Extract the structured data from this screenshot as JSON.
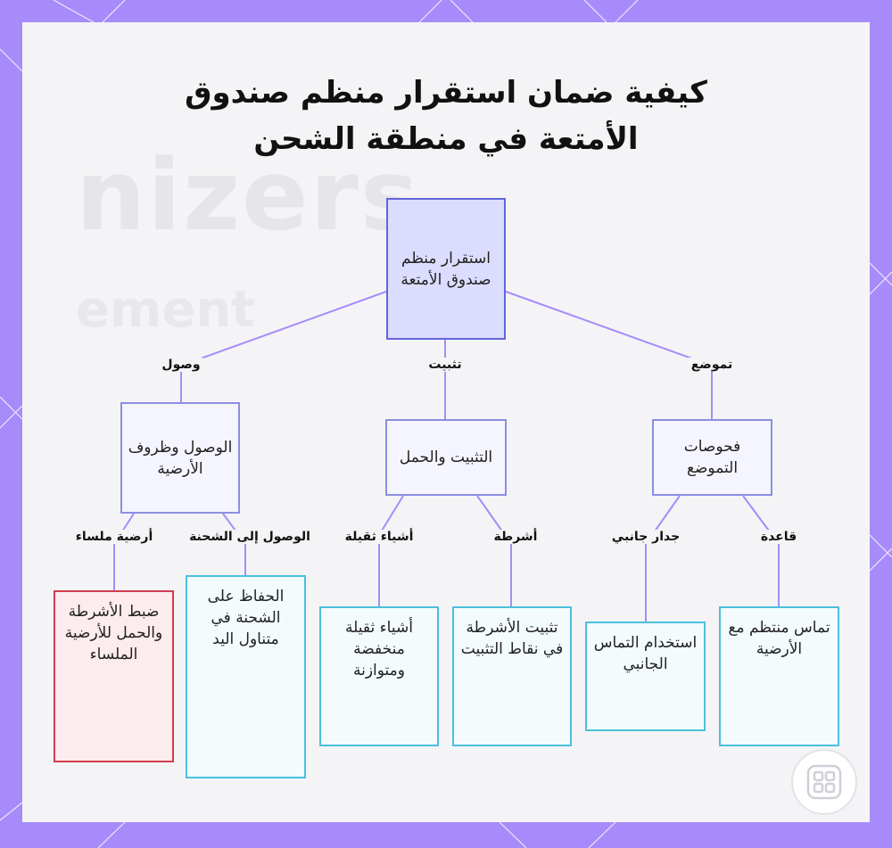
{
  "title": {
    "line1": "كيفية ضمان استقرار منظم صندوق",
    "line2": "الأمتعة في منطقة الشحن"
  },
  "background_text": {
    "word": "nizers",
    "word2": "ement"
  },
  "nodes": {
    "root": "استقرار منظم صندوق الأمتعة",
    "access": "الوصول وظروف الأرضية",
    "securing": "التثبيت والحمل",
    "positioning": "فحوصات التموضع",
    "smooth_floor": "ضبط الأشرطة والحمل للأرضية الملساء",
    "cargo_access": "الحفاظ على الشحنة في متناول اليد",
    "heavy_items": "أشياء ثقيلة منخفضة ومتوازنة",
    "straps": "تثبيت الأشرطة في نقاط التثبيت",
    "side_wall": "استخدام التماس الجانبي",
    "base": "تماس منتظم مع الأرضية"
  },
  "edge_labels": {
    "access": "وصول",
    "securing": "تثبيت",
    "positioning": "تموضع",
    "smooth_floor": "أرضية ملساء",
    "cargo_access": "الوصول إلى الشحنة",
    "heavy_items": "أشياء ثقيلة",
    "straps": "أشرطة",
    "side_wall": "جدار جانبي",
    "base": "قاعدة"
  },
  "colors": {
    "frame": "#a78bfa",
    "connector": "#a78bfa",
    "root_fill": "#dcdcff",
    "alert_border": "#d23c4e",
    "leaf_border": "#4cc0dc"
  },
  "logo_icon": "grid-logo-icon"
}
